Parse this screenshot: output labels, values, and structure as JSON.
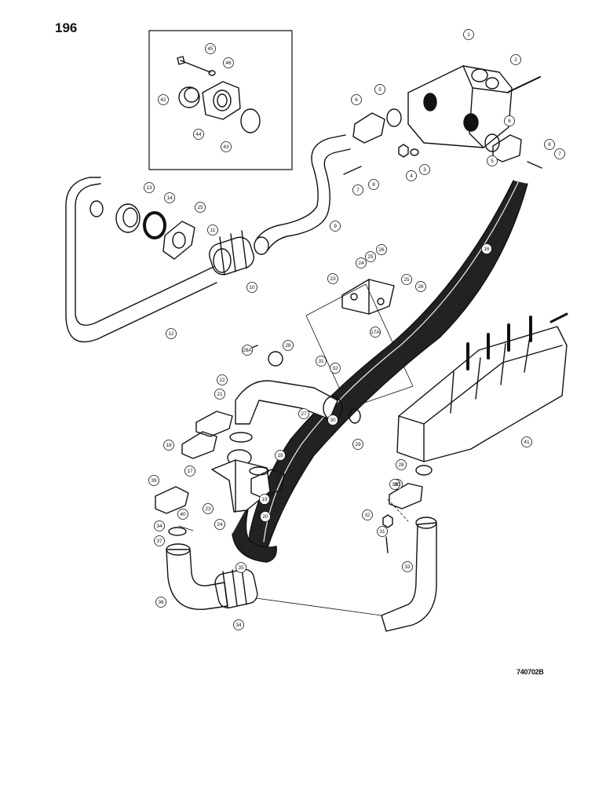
{
  "page": {
    "number": "196",
    "figure_code": "740702B"
  },
  "callouts": [
    "1",
    "2",
    "3",
    "4",
    "5",
    "5",
    "6",
    "6",
    "7",
    "7",
    "8",
    "8",
    "9",
    "10",
    "11",
    "12",
    "13",
    "14",
    "15",
    "16",
    "17",
    "17A",
    "18",
    "18",
    "19",
    "20",
    "21",
    "22",
    "23",
    "23",
    "24",
    "24",
    "25",
    "25",
    "26",
    "26",
    "27",
    "28",
    "28",
    "28A",
    "29",
    "30",
    "30",
    "31",
    "31",
    "32",
    "32",
    "33",
    "34",
    "34",
    "35",
    "36",
    "37",
    "38",
    "39",
    "40",
    "41",
    "42",
    "43",
    "44",
    "45",
    "46"
  ]
}
